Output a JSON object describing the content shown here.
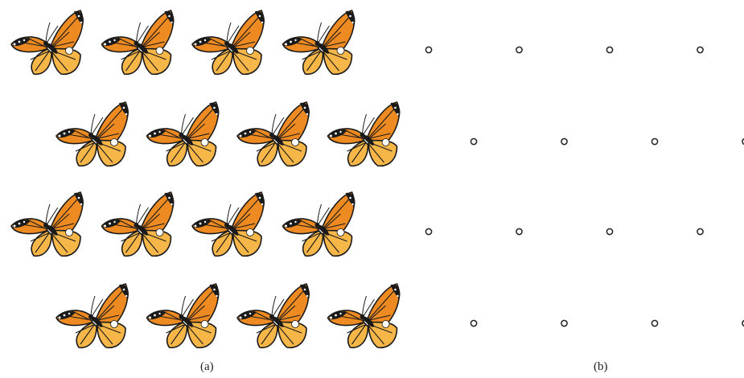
{
  "panels": {
    "a": {
      "caption": "(a)"
    },
    "b": {
      "caption": "(b)"
    }
  },
  "lattice": {
    "rows": 4,
    "cols": 4,
    "odd_rows_shifted": true
  },
  "colors": {
    "wing_orange": "#ee8a22",
    "wing_light": "#f7b648",
    "vein_black": "#1a1a1a",
    "spot_white": "#ffffff",
    "point_stroke": "#222222"
  },
  "icons": {
    "panel_a": "monarch-butterfly-icon",
    "panel_b": "lattice-point-icon"
  }
}
